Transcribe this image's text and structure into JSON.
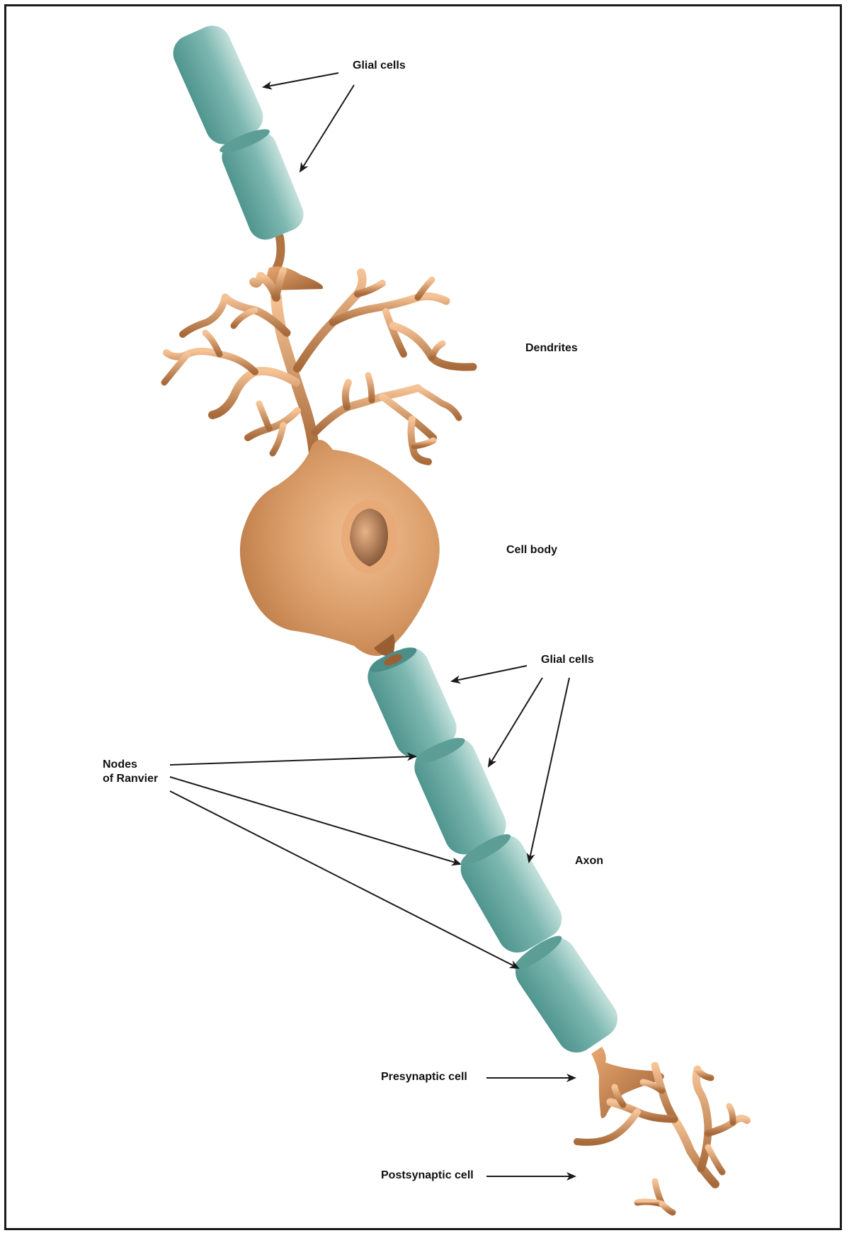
{
  "labels": {
    "glial_top": "Glial cells",
    "dendrites": "Dendrites",
    "cell_body": "Cell body",
    "glial_mid": "Glial cells",
    "nodes_line1": "Nodes",
    "nodes_line2": "of Ranvier",
    "axon": "Axon",
    "presynaptic": "Presynaptic cell",
    "postsynaptic": "Postsynaptic cell"
  },
  "colors": {
    "glial": "#6fada6",
    "neuron": "#c98a58",
    "arrow": "#1a1a1a"
  }
}
